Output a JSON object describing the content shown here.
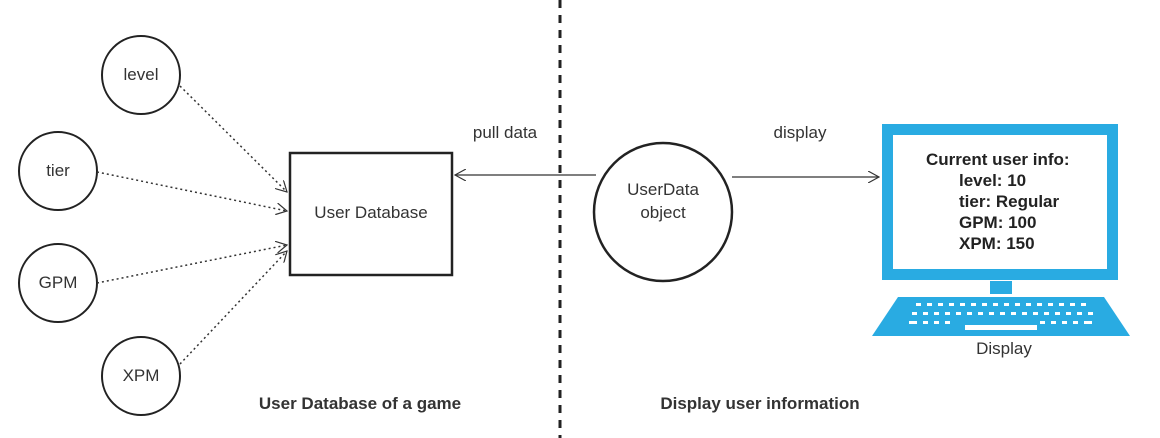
{
  "attributes": [
    {
      "id": "level",
      "label": "level"
    },
    {
      "id": "tier",
      "label": "tier"
    },
    {
      "id": "gpm",
      "label": "GPM"
    },
    {
      "id": "xpm",
      "label": "XPM"
    }
  ],
  "database": {
    "label": "User Database"
  },
  "arrows": {
    "pull_label": "pull data",
    "display_label": "display"
  },
  "userdata": {
    "line1": "UserData",
    "line2": "object"
  },
  "screen": {
    "header": "Current user info:",
    "lines": [
      "level: 10",
      "tier: Regular",
      "GPM: 100",
      "XPM: 150"
    ],
    "caption": "Display",
    "color": "#29abe2"
  },
  "sections": {
    "left_caption": "User Database of a game",
    "right_caption": "Display user information"
  }
}
